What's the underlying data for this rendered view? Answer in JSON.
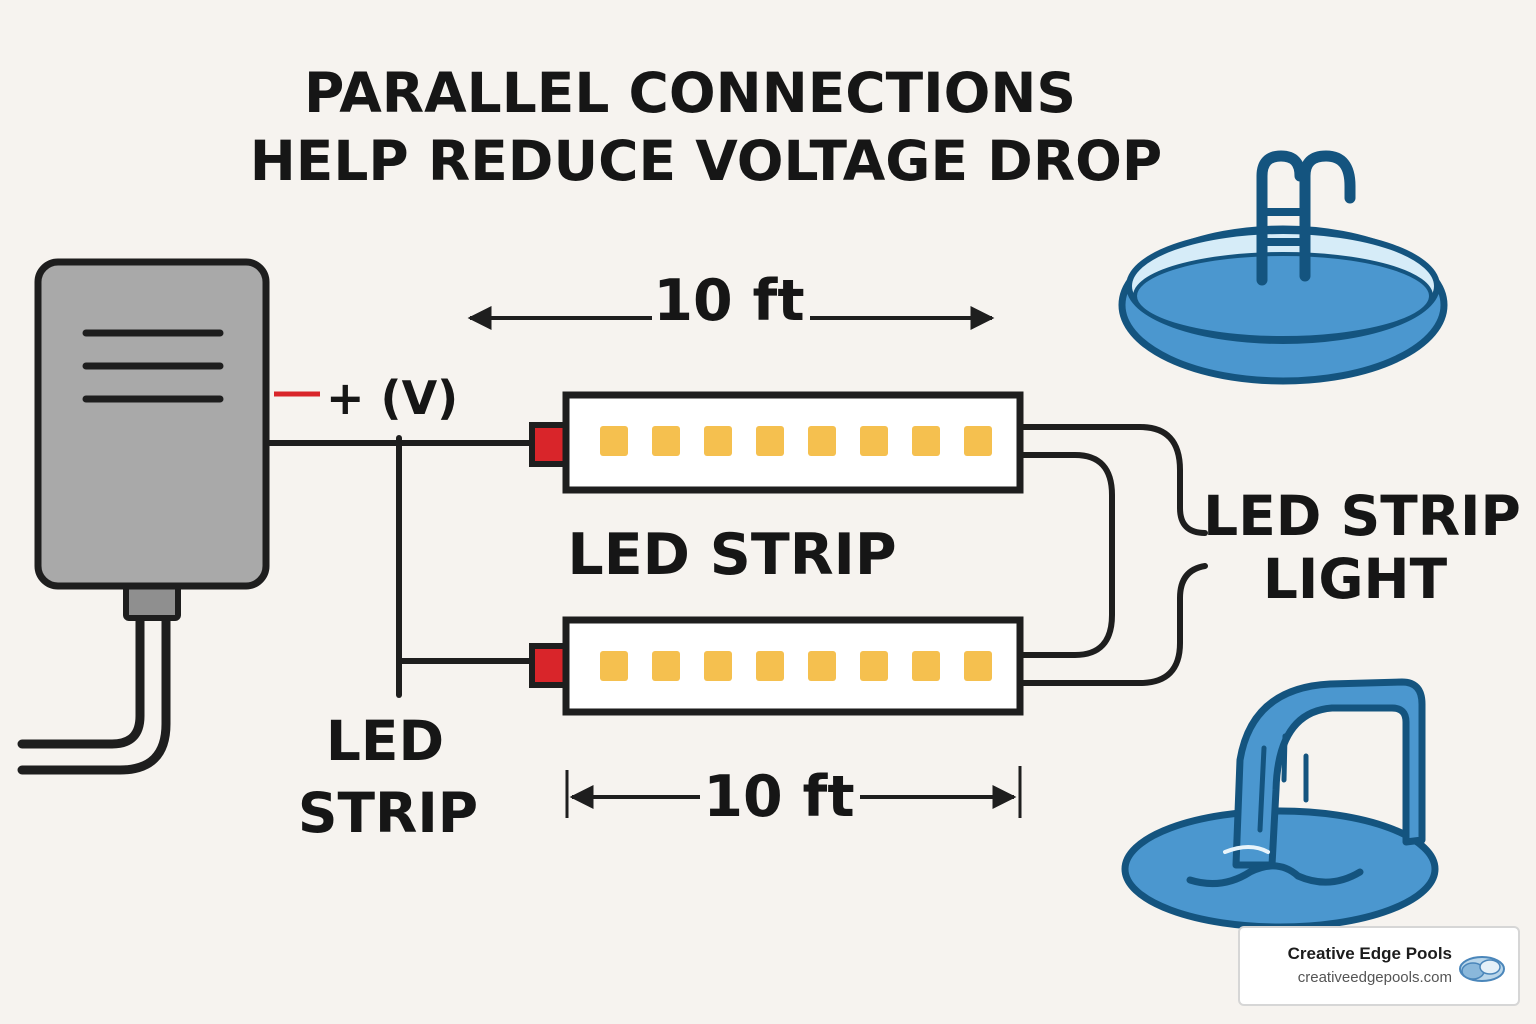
{
  "title": {
    "line1": "PARALLEL CONNECTIONS",
    "line2": "HELP REDUCE VOLTAGE DROP"
  },
  "labels": {
    "top_length": "10 ft",
    "bottom_length": "10 ft",
    "voltage": "+ (V)",
    "middle_strip": "LED STRIP",
    "left_strip_line1": "LED",
    "left_strip_line2": "STRIP",
    "right_light_line1": "LED STRIP",
    "right_light_line2": "LIGHT"
  },
  "strips": {
    "led_count": 8
  },
  "brand": {
    "name": "Creative Edge Pools",
    "url": "creativeedgepools.com"
  },
  "colors": {
    "background": "#f6f3ef",
    "ink": "#1e1e1e",
    "adapter": "#a9a9a9",
    "led": "#f5c04f",
    "connector": "#d9252a",
    "water": "#4b97cf",
    "water_dark": "#14547f"
  },
  "icons": [
    "power-adapter-icon",
    "swimming-pool-icon",
    "waterfall-icon",
    "brand-logo-icon"
  ]
}
